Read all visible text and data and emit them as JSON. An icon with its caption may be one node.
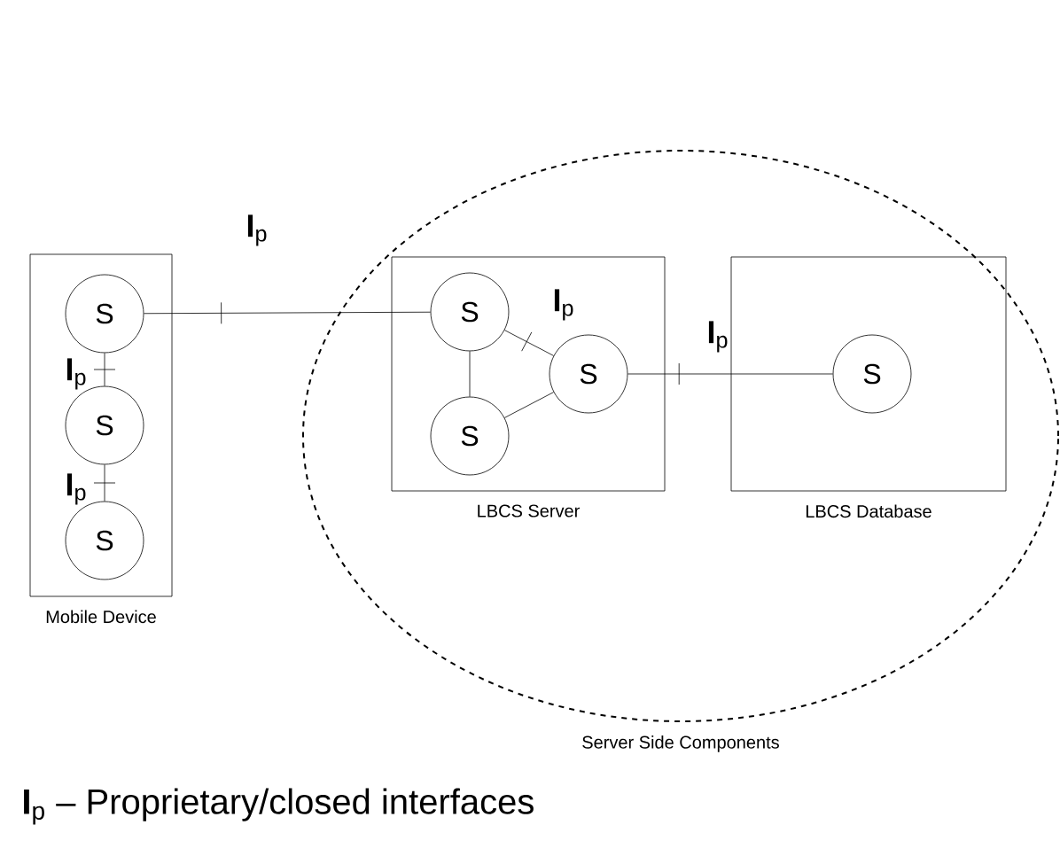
{
  "diagram": {
    "nodes": [
      {
        "text": [
          "Mobile Device"
        ]
      },
      {
        "text": [
          "S"
        ],
        "in": 0
      },
      {
        "text": [
          "S"
        ],
        "in": 0
      },
      {
        "text": [
          "S"
        ],
        "in": 0
      },
      {
        "text": [
          "Server Side Components"
        ]
      },
      {
        "text": [
          "LBCS Server"
        ],
        "in": 4
      },
      {
        "text": [
          "S"
        ],
        "in": 5
      },
      {
        "text": [
          "S"
        ],
        "in": 5
      },
      {
        "text": [
          "S"
        ],
        "in": 5
      },
      {
        "text": [
          "LBCS Database"
        ],
        "in": 4
      },
      {
        "text": [
          "S"
        ],
        "in": 9
      }
    ],
    "edges": [
      {
        "from": 1,
        "to": 6,
        "arrow": "none",
        "label": "**I**$_{p}$"
      },
      {
        "from": 1,
        "to": 2,
        "arrow": "none",
        "label": "**I**$_{p}$"
      },
      {
        "from": 2,
        "to": 3,
        "arrow": "none",
        "label": "**I**$_{p}$"
      },
      {
        "from": 6,
        "to": 7,
        "arrow": "none"
      },
      {
        "from": 6,
        "to": 8,
        "arrow": "none",
        "label": "**I**$_{p}$"
      },
      {
        "from": 7,
        "to": 8,
        "arrow": "none"
      },
      {
        "from": 8,
        "to": 10,
        "arrow": "none",
        "label": "**I**$_{p}$"
      }
    ],
    "labels": [
      "**I**$_{p}$ – Proprietary/closed interfaces"
    ]
  }
}
